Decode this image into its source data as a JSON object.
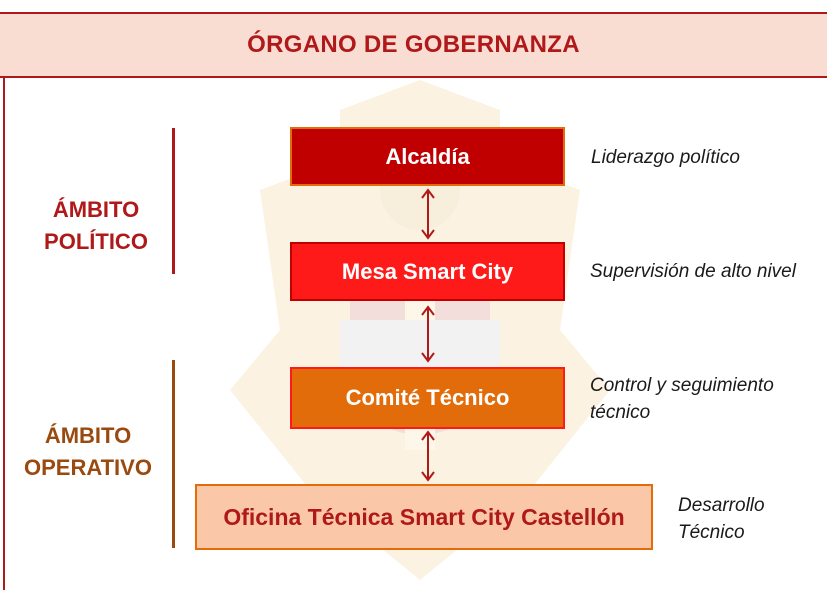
{
  "header": {
    "title": "ÓRGANO DE GOBERNANZA"
  },
  "sections": {
    "politico": {
      "line1": "ÁMBITO",
      "line2": "POLÍTICO"
    },
    "operativo": {
      "line1": "ÁMBITO",
      "line2": "OPERATIVO"
    }
  },
  "boxes": {
    "alcaldia": "Alcaldía",
    "mesa": "Mesa Smart City",
    "comite": "Comité Técnico",
    "oficina": "Oficina Técnica Smart City Castellón"
  },
  "notes": {
    "alcaldia": {
      "line1": "Liderazgo político"
    },
    "mesa": {
      "line1": "Supervisión de alto nivel"
    },
    "comite": {
      "line1": "Control y seguimiento",
      "line2": "técnico"
    },
    "oficina": {
      "line1": "Desarrollo",
      "line2": "Técnico"
    }
  },
  "colors": {
    "header_bg": "#f9ddd2",
    "accent_red": "#b01919",
    "alcaldia_fill": "#c00000",
    "mesa_fill": "#ff1a1a",
    "comite_fill": "#e36c0a",
    "oficina_fill": "#fac8a8",
    "operativo_brown": "#9a4a0f"
  }
}
